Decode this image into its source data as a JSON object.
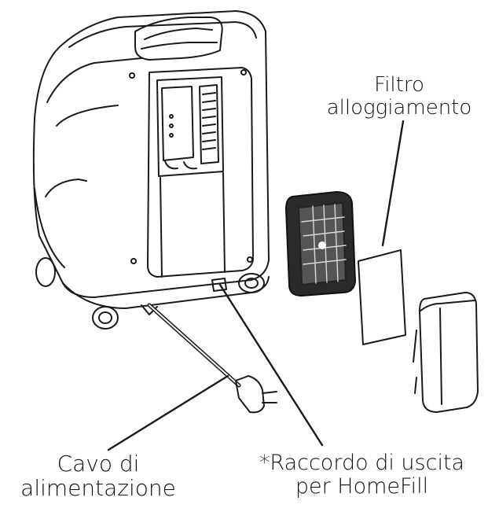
{
  "labels": {
    "filter_line1": "Filtro",
    "filter_line2": "alloggiamento",
    "cable_line1": "Cavo di",
    "cable_line2": "alimentazione",
    "outlet_line1": "*Raccordo di uscita",
    "outlet_line2": "per HomeFill"
  }
}
